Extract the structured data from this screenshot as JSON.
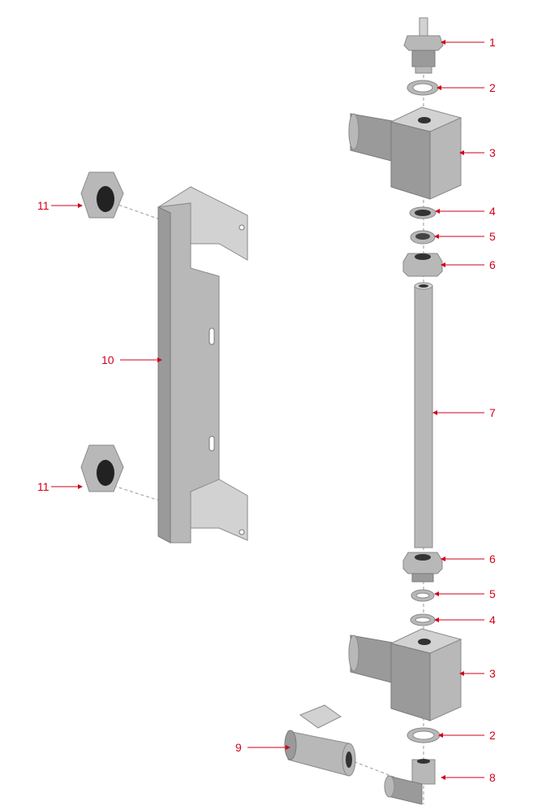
{
  "diagram": {
    "title": "Exploded parts view of a level gauge assembly",
    "callouts": [
      {
        "label": "1"
      },
      {
        "label": "2"
      },
      {
        "label": "3"
      },
      {
        "label": "4"
      },
      {
        "label": "5"
      },
      {
        "label": "6"
      },
      {
        "label": "7"
      },
      {
        "label": "6"
      },
      {
        "label": "5"
      },
      {
        "label": "4"
      },
      {
        "label": "3"
      },
      {
        "label": "2"
      },
      {
        "label": "8"
      },
      {
        "label": "9"
      },
      {
        "label": "10"
      },
      {
        "label": "11"
      },
      {
        "label": "11"
      }
    ],
    "callout_color": "#d0021b",
    "part_color": "#b8b8b8"
  }
}
